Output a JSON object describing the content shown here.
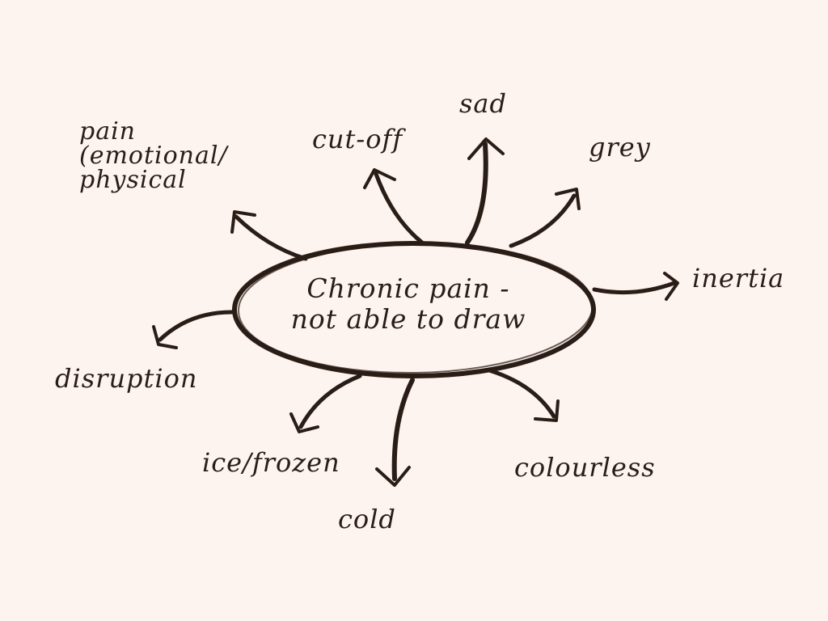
{
  "diagram": {
    "center": {
      "line1": "Chronic pain -",
      "line2": "not able to draw"
    },
    "nodes": {
      "pain": {
        "line1": "pain",
        "line2": "(emotional/",
        "line3": "physical"
      },
      "cutoff": "cut-off",
      "sad": "sad",
      "grey": "grey",
      "inertia": "inertia",
      "disruption": "disruption",
      "ice_frozen": "ice/frozen",
      "cold": "cold",
      "colourless": "colourless"
    },
    "colors": {
      "background": "#fdf3ef",
      "ink": "#2a1d16"
    }
  }
}
